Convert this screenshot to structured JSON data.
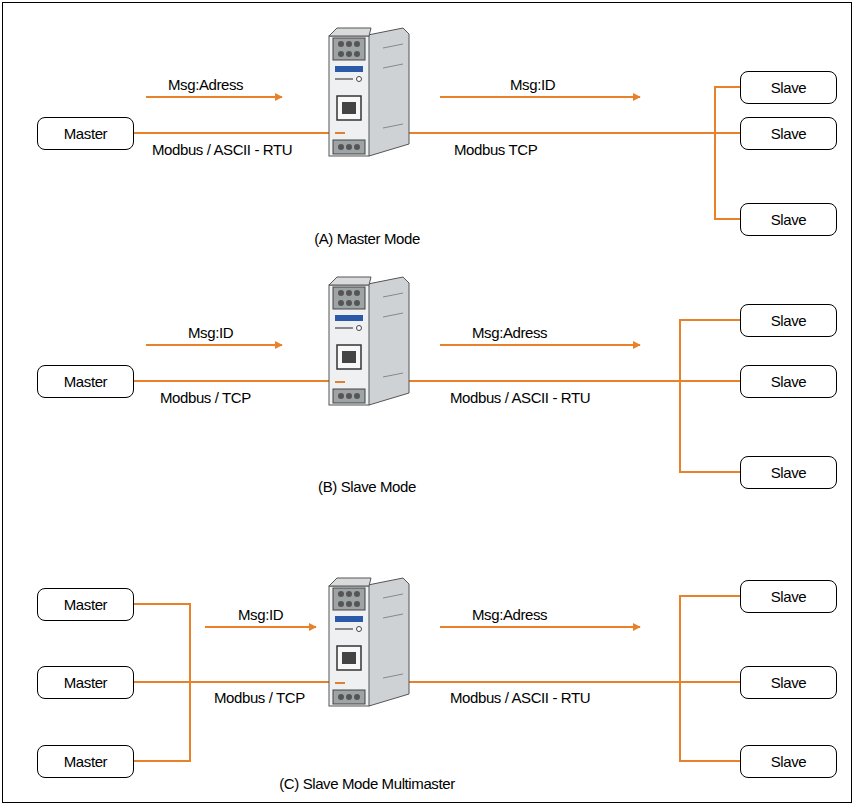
{
  "diagram": {
    "nodes": [
      {
        "text": [
          "Master"
        ]
      },
      {
        "text": [
          "Slave"
        ]
      },
      {
        "text": [
          "Slave"
        ]
      },
      {
        "text": [
          "Slave"
        ]
      },
      {
        "text": [
          "Master"
        ]
      },
      {
        "text": [
          "Slave"
        ]
      },
      {
        "text": [
          "Slave"
        ]
      },
      {
        "text": [
          "Slave"
        ]
      },
      {
        "text": [
          "Master"
        ]
      },
      {
        "text": [
          "Master"
        ]
      },
      {
        "text": [
          "Master"
        ]
      },
      {
        "text": [
          "Slave"
        ]
      },
      {
        "text": [
          "Slave"
        ]
      },
      {
        "text": [
          "Slave"
        ]
      }
    ],
    "edges": [
      {
        "from": 0,
        "to": 1,
        "arrow": "none"
      },
      {
        "from": 0,
        "to": 2,
        "arrow": "none"
      },
      {
        "from": 0,
        "to": 3,
        "arrow": "none"
      },
      {
        "from": 4,
        "to": 5,
        "arrow": "none"
      },
      {
        "from": 4,
        "to": 6,
        "arrow": "none"
      },
      {
        "from": 4,
        "to": 7,
        "arrow": "none"
      },
      {
        "from": 8,
        "to": 11,
        "arrow": "none"
      },
      {
        "from": 8,
        "to": 12,
        "arrow": "none"
      },
      {
        "from": 8,
        "to": 13,
        "arrow": "none"
      },
      {
        "from": 9,
        "to": 11,
        "arrow": "none"
      },
      {
        "from": 9,
        "to": 12,
        "arrow": "none"
      },
      {
        "from": 9,
        "to": 13,
        "arrow": "none"
      },
      {
        "from": 10,
        "to": 11,
        "arrow": "none"
      },
      {
        "from": 10,
        "to": 12,
        "arrow": "none"
      },
      {
        "from": 10,
        "to": 13,
        "arrow": "none"
      }
    ],
    "labels": [
      "Msg:Adress",
      "Msg:ID",
      "Modbus / ASCII - RTU",
      "Modbus TCP",
      "(A) Master Mode",
      "Msg:ID",
      "Msg:Adress",
      "Modbus / TCP",
      "Modbus / ASCII - RTU",
      "(B) Slave Mode",
      "Msg:ID",
      "Msg:Adress",
      "Modbus / TCP",
      "Modbus / ASCII - RTU",
      "(C) Slave Mode Multimaster"
    ]
  }
}
